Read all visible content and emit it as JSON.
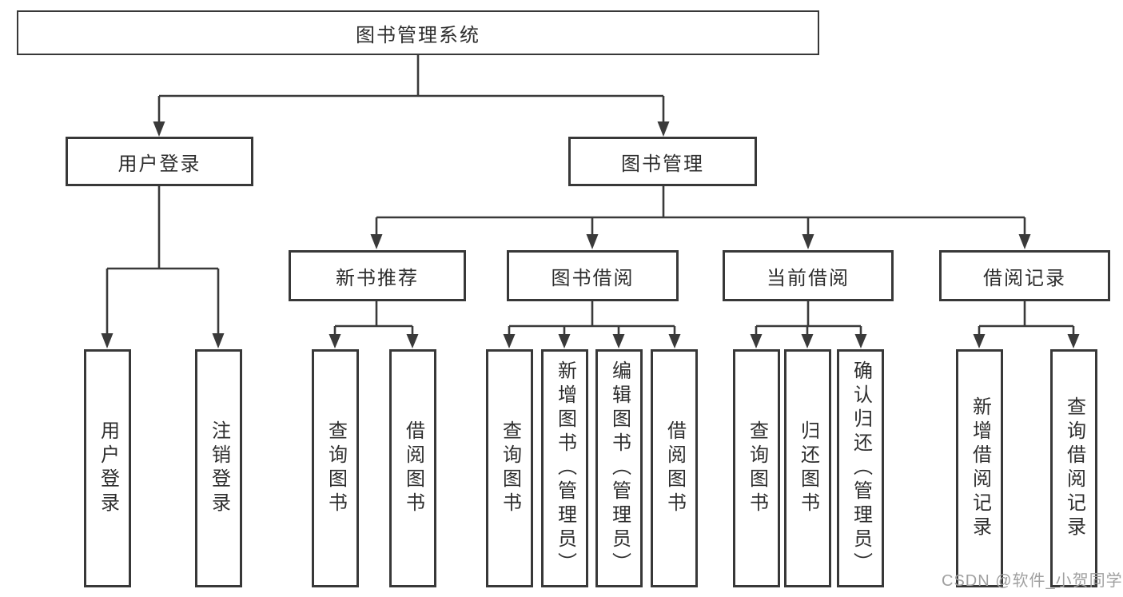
{
  "diagram": {
    "root": {
      "label": "图书管理系统"
    },
    "branches": [
      {
        "label": "用户登录",
        "children": [
          {
            "label": "用户登录"
          },
          {
            "label": "注销登录"
          }
        ]
      },
      {
        "label": "图书管理",
        "children": [
          {
            "label": "新书推荐",
            "children": [
              {
                "label": "查询图书"
              },
              {
                "label": "借阅图书"
              }
            ]
          },
          {
            "label": "图书借阅",
            "children": [
              {
                "label": "查询图书"
              },
              {
                "label": "新增图书（管理员）"
              },
              {
                "label": "编辑图书（管理员）"
              },
              {
                "label": "借阅图书"
              }
            ]
          },
          {
            "label": "当前借阅",
            "children": [
              {
                "label": "查询图书"
              },
              {
                "label": "归还图书"
              },
              {
                "label": "确认归还（管理员）"
              }
            ]
          },
          {
            "label": "借阅记录",
            "children": [
              {
                "label": "新增借阅记录"
              },
              {
                "label": "查询借阅记录"
              }
            ]
          }
        ]
      }
    ]
  },
  "watermark": {
    "text": "CSDN @软件_小贺同学"
  },
  "colors": {
    "background": "#ffffff",
    "line": "#3a3a3a",
    "box_border": "#383838",
    "text": "#2e2e2e",
    "watermark": "#a0a0a0"
  }
}
